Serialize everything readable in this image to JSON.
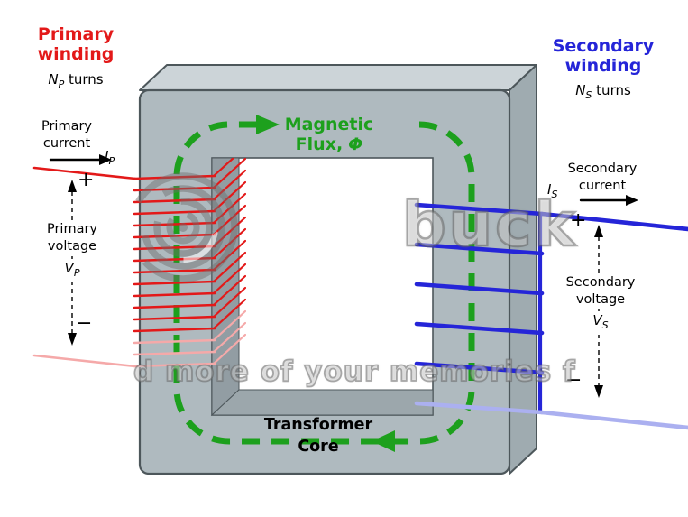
{
  "diagram": {
    "primary_turns": 17,
    "secondary_turns": 6,
    "colors": {
      "core_front": "#afbabf",
      "core_top": "#ccd4d8",
      "core_side": "#9fabb0",
      "core_edge": "#4d575b",
      "wall_left": "#929da3",
      "wall_floor": "#9ca7ac",
      "window": "#ffffff",
      "primary": "#e31919",
      "primary_faded": "#f5a9a9",
      "secondary": "#2525d8",
      "secondary_faded": "#abb0f0",
      "flux": "#1da01d",
      "arrow": "#000000"
    },
    "labels": {
      "primary": {
        "title_line1": "Primary",
        "title_line2": "winding",
        "turns_symbol": "N",
        "turns_sub": "P",
        "turns_suffix": " turns",
        "current_line1": "Primary",
        "current_line2": "current",
        "current_symbol": "I",
        "current_sub": "P",
        "plus": "+",
        "minus": "−",
        "voltage_line1": "Primary",
        "voltage_line2": "voltage",
        "voltage_symbol": "V",
        "voltage_sub": "P"
      },
      "secondary": {
        "title_line1": "Secondary",
        "title_line2": "winding",
        "turns_symbol": "N",
        "turns_sub": "S",
        "turns_suffix": " turns",
        "current_line1": "Secondary",
        "current_line2": "current",
        "current_symbol": "I",
        "current_sub": "S",
        "plus": "+",
        "minus": "−",
        "voltage_line1": "Secondary",
        "voltage_line2": "voltage",
        "voltage_symbol": "V",
        "voltage_sub": "S"
      },
      "flux": {
        "line1": "Magnetic",
        "line2": "Flux,",
        "symbol": "Φ"
      },
      "core": {
        "line1": "Transformer",
        "line2": "Core"
      }
    }
  },
  "watermark": {
    "big_text": "buck",
    "band_text": "d more of your memories f"
  }
}
